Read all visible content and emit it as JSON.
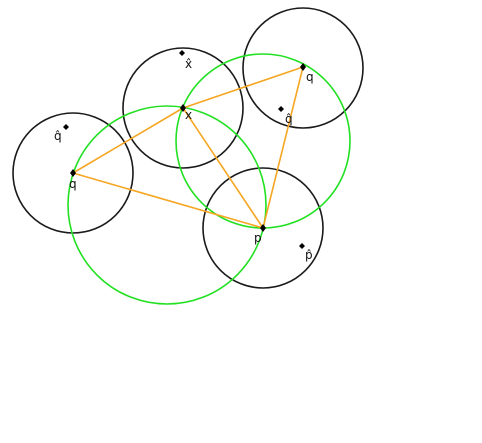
{
  "colors": {
    "background": "#ffffff",
    "black_circle": "#1a1a1a",
    "green_circle": "#22e022",
    "edge": "#f5a623",
    "point": "#000000"
  },
  "labels": {
    "q_left": "q",
    "q_hat_left": "q̂",
    "x": "x",
    "x_hat": "x̂",
    "q_right": "q",
    "q_hat_right": "q̂",
    "p": "p",
    "p_hat": "p̂"
  }
}
